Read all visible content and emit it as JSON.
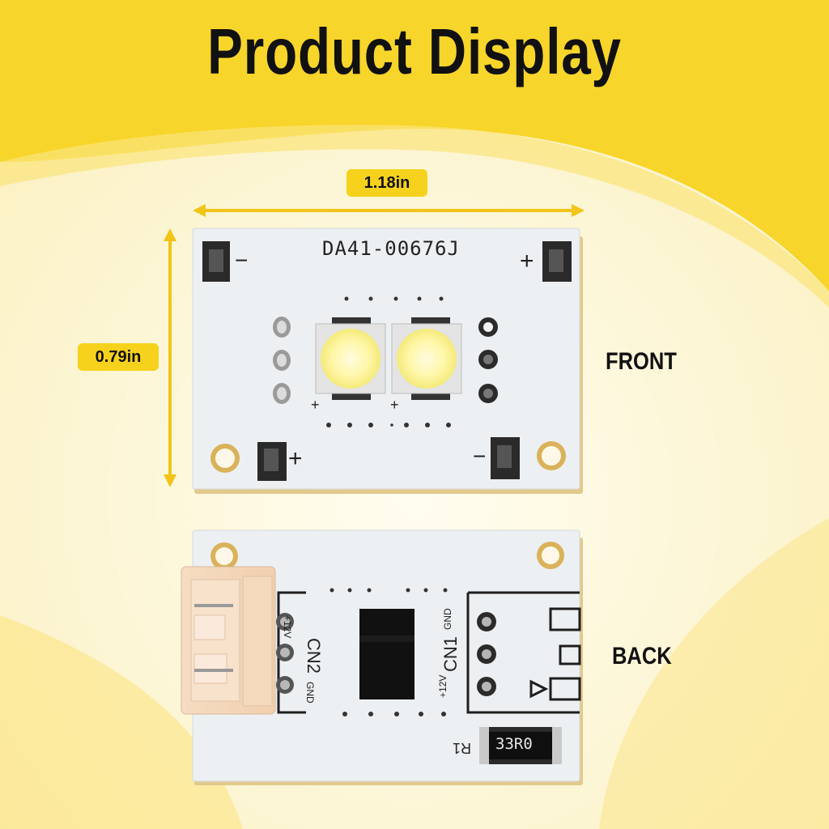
{
  "title": "Product Display",
  "dimensions": {
    "width": "1.18in",
    "height": "0.79in"
  },
  "views": {
    "front": "FRONT",
    "back": "BACK"
  },
  "front_board": {
    "part_number": "DA41-00676J",
    "plus_sign": "+",
    "minus_sign": "−"
  },
  "back_board": {
    "cn2_label": "CN2",
    "cn1_label": "CN1",
    "v12_label": "+12V",
    "gnd_label": "GND",
    "r1_label": "R1",
    "resistor_code": "33R0"
  },
  "colors": {
    "accent_yellow": "#f7d21c",
    "background_cream": "#fdf7d6",
    "board_white": "#edf0f2"
  }
}
